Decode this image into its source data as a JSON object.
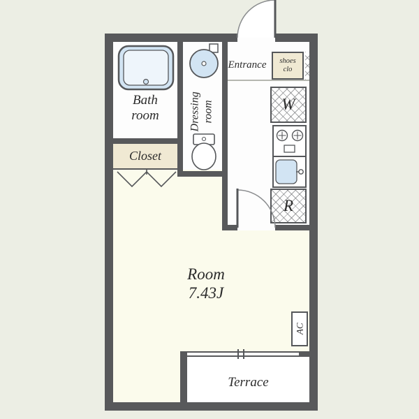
{
  "colors": {
    "background": "#eceee4",
    "wall": "#58595b",
    "room_floor": "#fbfbec",
    "closet_fill": "#f0e9d3",
    "fixture_blue": "#d2e4f3",
    "white_floor": "#fdfdfd"
  },
  "labels": {
    "bath_line1": "Bath",
    "bath_line2": "room",
    "dressing_line1": "Dressing",
    "dressing_line2": "room",
    "entrance": "Entrance",
    "shoes_line1": "shoes",
    "shoes_line2": "clo",
    "washer": "W",
    "fridge": "R",
    "closet": "Closet",
    "room_name": "Room",
    "room_size": "7.43J",
    "ac": "AC",
    "terrace": "Terrace"
  }
}
